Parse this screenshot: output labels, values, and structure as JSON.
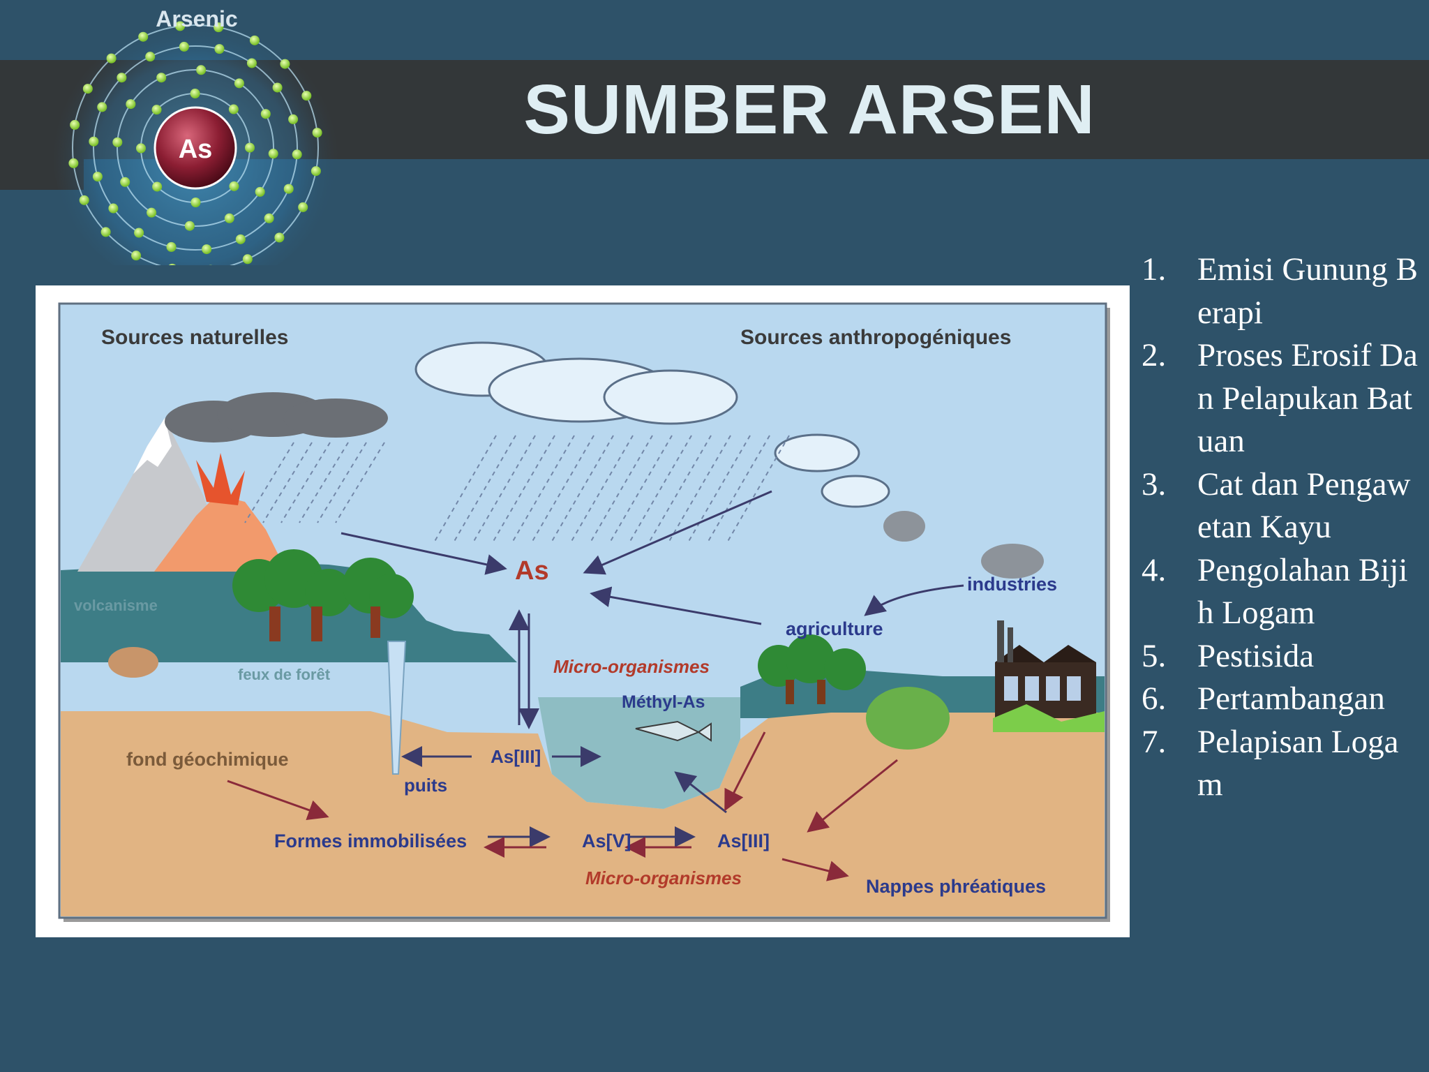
{
  "slide": {
    "title": "SUMBER ARSEN",
    "logo": {
      "caption": "Arsenic",
      "symbol": "As"
    },
    "sources": [
      {
        "num": "1.",
        "text": "Emisi Gunung Berapi"
      },
      {
        "num": "2.",
        "text": "Proses Erosif Dan Pelapukan Batuan"
      },
      {
        "num": "3.",
        "text": "Cat dan Pengawetan Kayu"
      },
      {
        "num": "4.",
        "text": "Pengolahan Bijih Logam"
      },
      {
        "num": "5.",
        "text": "Pestisida"
      },
      {
        "num": "6.",
        "text": "Pertambangan"
      },
      {
        "num": "7.",
        "text": "Pelapisan Logam"
      }
    ]
  },
  "diagram": {
    "labels": {
      "natural_sources": "Sources naturelles",
      "anthropogenic_sources": "Sources anthropogéniques",
      "as_center": "As",
      "industries": "industries",
      "agriculture": "agriculture",
      "volcanisme": "volcanisme",
      "feux_de_foret": "feux de forêt",
      "micro_organismes_top": "Micro-organismes",
      "methyl_as": "Méthyl-As",
      "fond_geochimique": "fond géochimique",
      "as_iii_left": "As[III]",
      "puits": "puits",
      "formes_immobilisees": "Formes immobilisées",
      "as_v": "As[V]",
      "as_iii_right": "As[III]",
      "micro_organismes_bottom": "Micro-organismes",
      "nappes_phreatiques": "Nappes phréatiques"
    }
  },
  "colors": {
    "background": "#2e5269",
    "title_band": "#333739",
    "title_text": "#dfeef3",
    "label_dark": "#3a3a3a",
    "label_blue": "#2b3a8c",
    "label_red": "#b23a2a",
    "sky": "#b9d8ef",
    "soil": "#e1b483",
    "water": "#8ebdc3"
  }
}
